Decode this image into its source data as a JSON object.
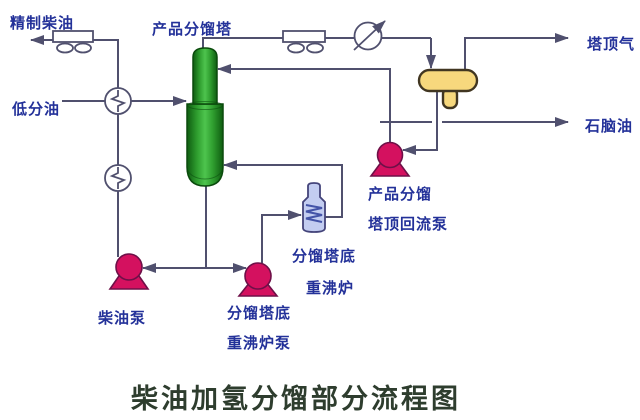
{
  "title": "柴油加氢分馏部分流程图",
  "streams": {
    "refined_diesel": "精制柴油",
    "low_pressure_oil": "低分油",
    "overhead_gas": "塔顶气",
    "naphtha": "石脑油"
  },
  "equipment": {
    "fractionator": "产品分馏塔",
    "reboiler_line1": "分馏塔底",
    "reboiler_line2": "重沸炉",
    "diesel_pump": "柴油泵",
    "reboiler_pump_line1": "分馏塔底",
    "reboiler_pump_line2": "重沸炉泵",
    "reflux_pump_line1": "产品分馏",
    "reflux_pump_line2": "塔顶回流泵"
  },
  "colors": {
    "line": "#50506e",
    "label": "#233199",
    "title": "#2e3d2e",
    "pump_red": "#d4115f",
    "drum_yellow": "#f7d87d",
    "reboiler_blue": "#c3cdf1",
    "tower_green": "#2f9e2f"
  }
}
